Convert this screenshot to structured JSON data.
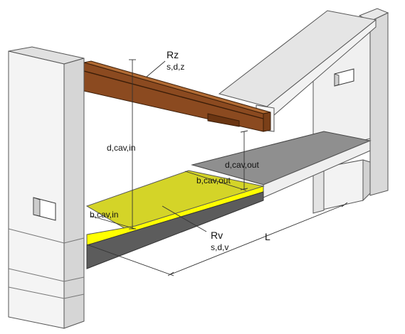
{
  "labels": {
    "rz": "Rz",
    "sdz": "s,d,z",
    "d_cav_in": "d,cav,in",
    "d_cav_out": "d,cav,out",
    "b_cav_out": "b,cav,out",
    "b_cav_in": "b,cav,in",
    "rv": "Rv",
    "sdv": "s,d,v",
    "length": "L"
  },
  "colors": {
    "background": "#ffffff",
    "masonry_light": "#f1f1f1",
    "masonry_mid": "#dcdcdc",
    "masonry_dark": "#bdbdbd",
    "roof_top": "#e6e6e6",
    "beam_side": "#8b4a20",
    "beam_top": "#b06a33",
    "insulation_top": "#d6d626",
    "insulation_band": "#ffff00",
    "floor_dark": "#5c5c5c",
    "floor_gray": "#8f8f8f",
    "line": "#333333"
  }
}
